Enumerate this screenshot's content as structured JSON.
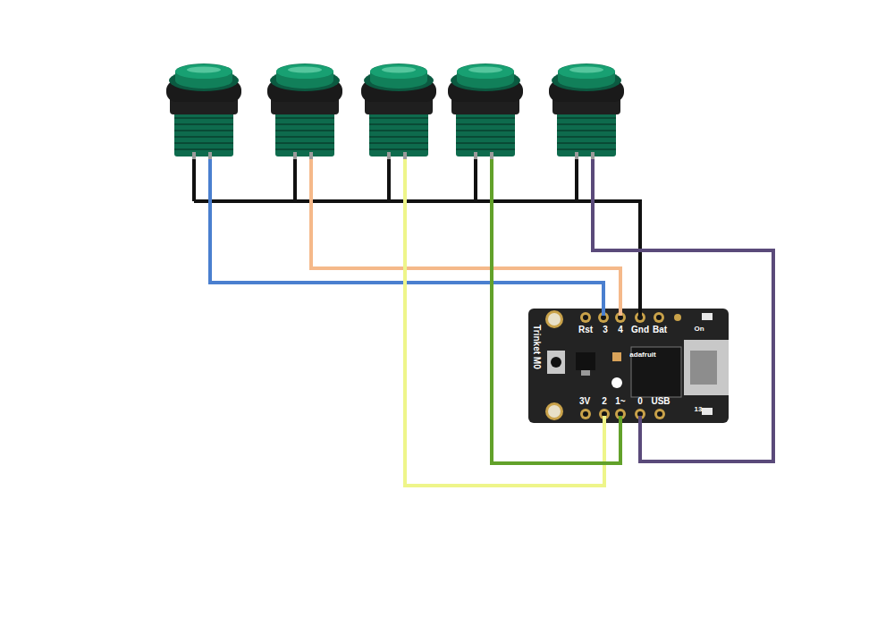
{
  "diagram": {
    "nodes": [
      {
        "text": [
          "Trinket M0",
          "adafruit",
          "Rst",
          "3",
          "4",
          "Gnd",
          "Bat",
          "On",
          "3V",
          "2",
          "1~",
          "0",
          "USB",
          "13"
        ]
      }
    ]
  }
}
